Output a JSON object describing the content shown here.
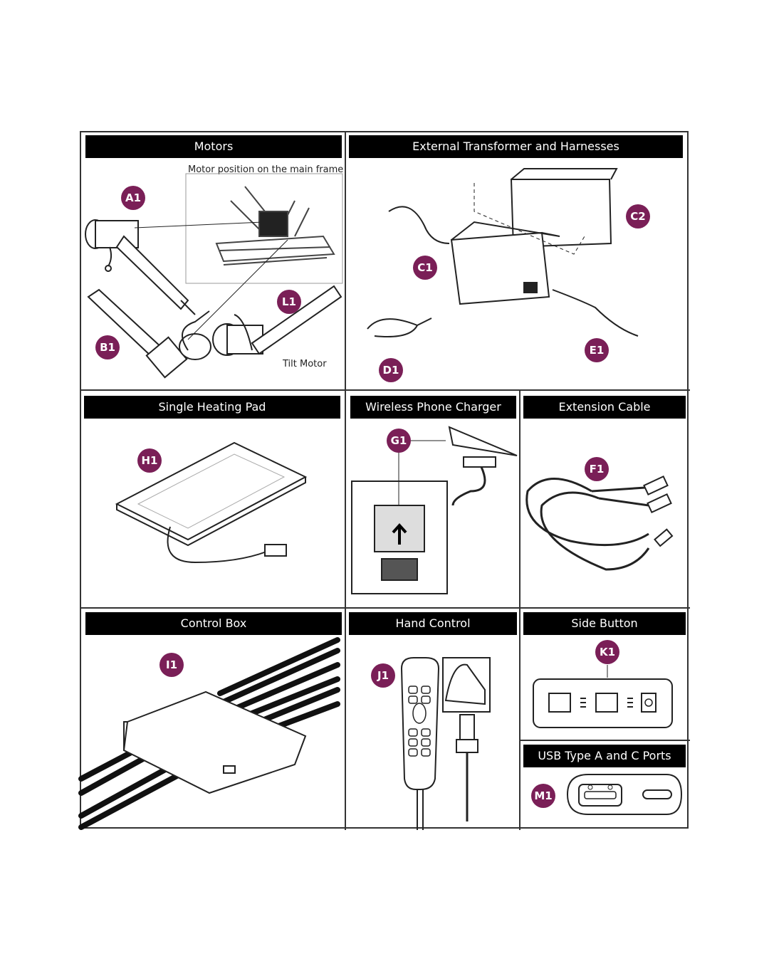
{
  "panels": {
    "motors": {
      "title": "Motors",
      "inset": "Motor position on the main frame",
      "tilt": "Tilt Motor",
      "badges": {
        "a1": "A1",
        "b1": "B1",
        "l1": "L1"
      }
    },
    "transformer": {
      "title": "External Transformer and Harnesses",
      "badges": {
        "c1": "C1",
        "c2": "C2",
        "d1": "D1",
        "e1": "E1"
      }
    },
    "heating": {
      "title": "Single Heating Pad",
      "badges": {
        "h1": "H1"
      }
    },
    "charger": {
      "title": "Wireless Phone Charger",
      "badges": {
        "g1": "G1"
      }
    },
    "extension": {
      "title": "Extension Cable",
      "badges": {
        "f1": "F1"
      }
    },
    "controlbox": {
      "title": "Control Box",
      "badges": {
        "i1": "I1"
      }
    },
    "hand": {
      "title": "Hand Control",
      "badges": {
        "j1": "J1"
      }
    },
    "side": {
      "title": "Side Button",
      "badges": {
        "k1": "K1"
      }
    },
    "usb": {
      "title": "USB Type A and C Ports",
      "badges": {
        "m1": "M1"
      }
    }
  },
  "colors": {
    "badge": "#7a1f57",
    "header": "#000000",
    "line": "#222222"
  }
}
